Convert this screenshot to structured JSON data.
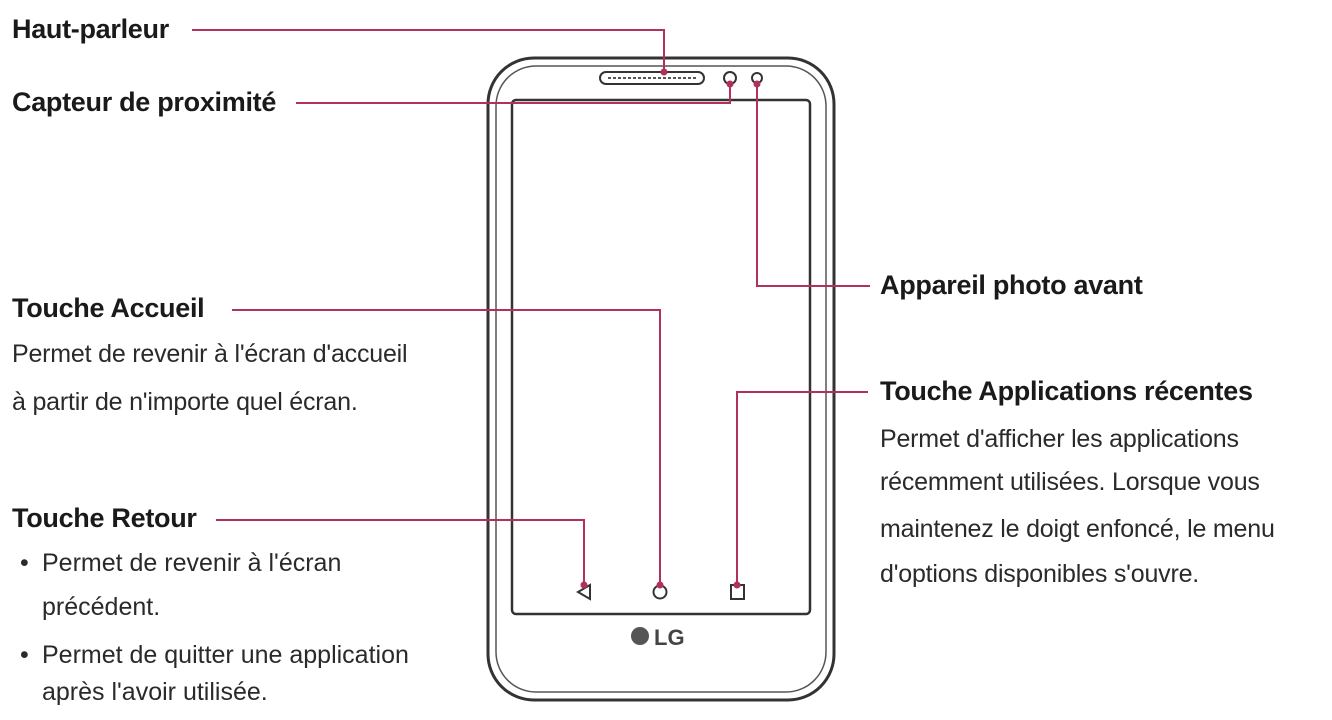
{
  "labels": {
    "speaker": "Haut-parleur",
    "proximity": "Capteur de proximité",
    "home_key": "Touche Accueil",
    "home_desc_1": "Permet de revenir à l'écran d'accueil",
    "home_desc_2": "à partir de n'importe quel écran.",
    "back_key": "Touche Retour",
    "back_bullet_1a": "Permet de revenir à l'écran",
    "back_bullet_1b": "précédent.",
    "back_bullet_2a": "Permet de quitter une application",
    "back_bullet_2b": "après l'avoir utilisée.",
    "front_camera": "Appareil photo avant",
    "recent_key": "Touche Applications récentes",
    "recent_desc_1": "Permet d'afficher les applications",
    "recent_desc_2": "récemment utilisées. Lorsque vous",
    "recent_desc_3": "maintenez le doigt enfoncé, le menu",
    "recent_desc_4": "d'options disponibles s'ouvre.",
    "bullet_char": "•"
  },
  "phone": {
    "brand": "LG"
  },
  "colors": {
    "leader": "#b0305f",
    "outline": "#333333"
  }
}
